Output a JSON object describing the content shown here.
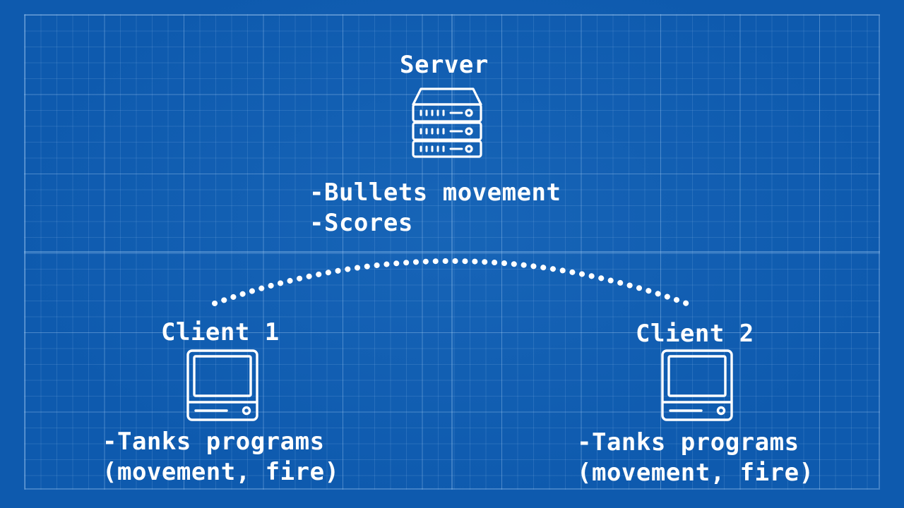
{
  "colors": {
    "background": "#0e5aae",
    "foreground": "#ffffff",
    "grid": "#a0c8f0"
  },
  "server": {
    "title": "Server",
    "icon": "server-rack-icon",
    "notes": [
      "-Bullets movement",
      "-Scores"
    ]
  },
  "clients": [
    {
      "title": "Client 1",
      "icon": "computer-monitor-icon",
      "notes": [
        "-Tanks programs",
        "(movement, fire)"
      ]
    },
    {
      "title": "Client 2",
      "icon": "computer-monitor-icon",
      "notes": [
        "-Tanks programs",
        "(movement, fire)"
      ]
    }
  ],
  "connection": {
    "style": "dotted",
    "links": [
      "client-1-to-server",
      "server-to-client-2"
    ]
  }
}
